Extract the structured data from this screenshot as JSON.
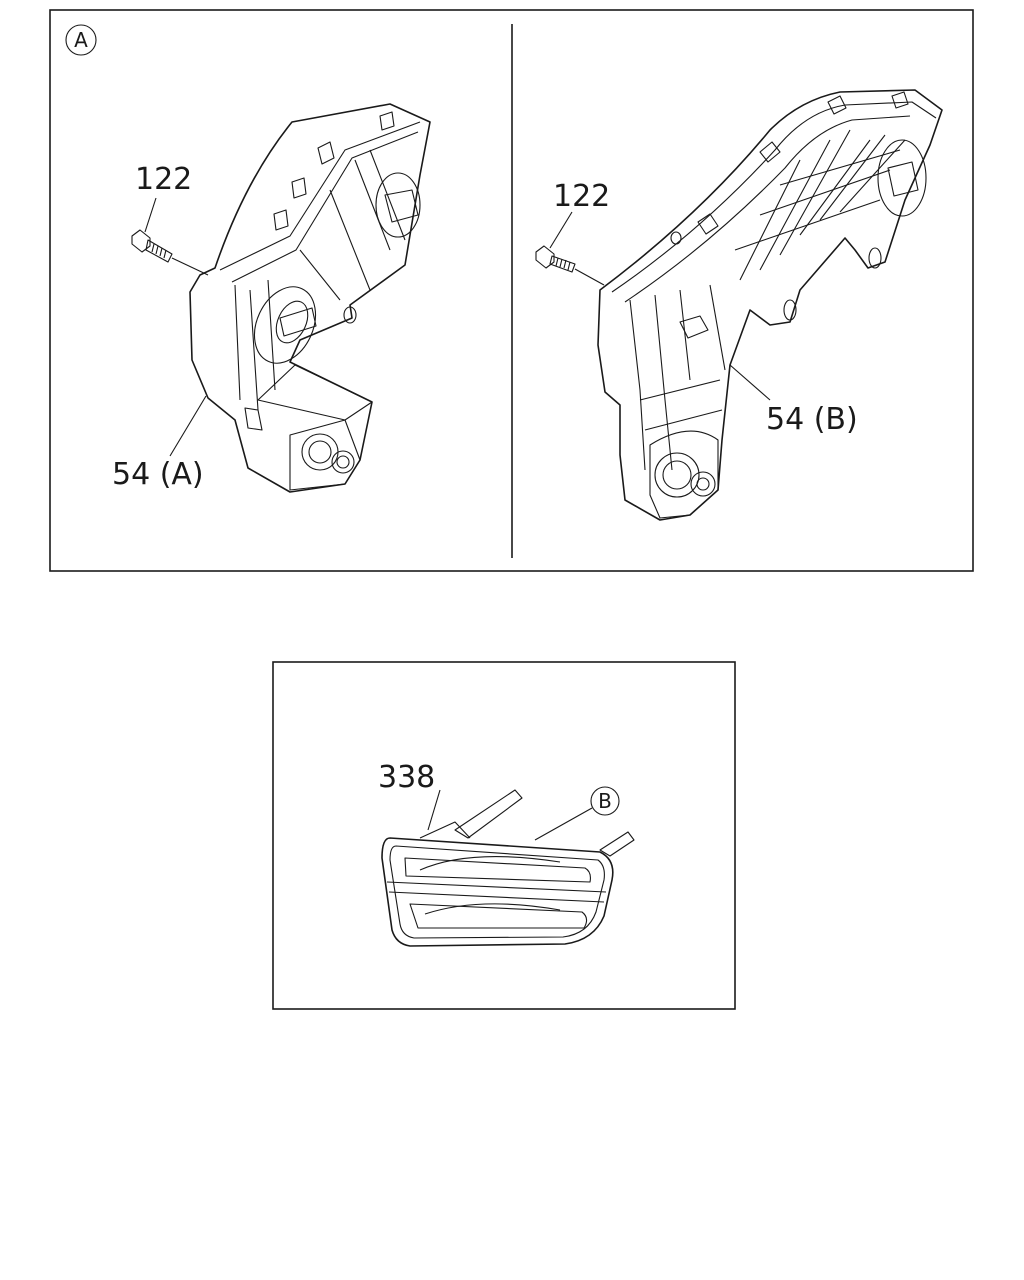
{
  "views": {
    "top_left": {
      "ref_marker": "A",
      "bolt_callout": "122",
      "part_callout": "54 (A)"
    },
    "top_right": {
      "bolt_callout": "122",
      "part_callout": "54 (B)"
    },
    "bottom": {
      "part_callout": "338",
      "ref_marker": "B"
    }
  }
}
